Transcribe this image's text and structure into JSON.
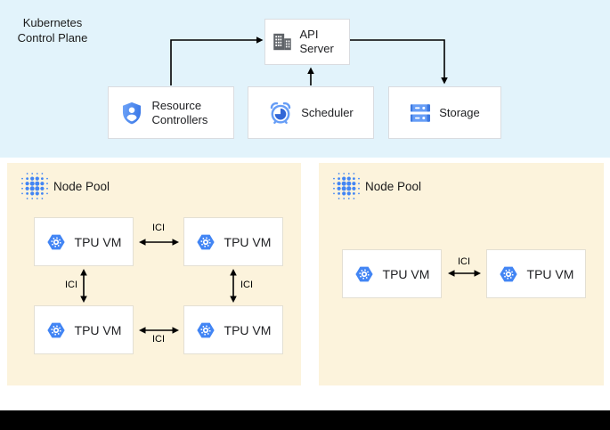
{
  "diagram": {
    "control_plane": {
      "title": "Kubernetes Control Plane",
      "api_server": {
        "label": "API Server",
        "icon": "building-icon"
      },
      "resource_controllers": {
        "label": "Resource Controllers",
        "icon": "shield-person-icon"
      },
      "scheduler": {
        "label": "Scheduler",
        "icon": "alarm-clock-icon"
      },
      "storage": {
        "label": "Storage",
        "icon": "server-rack-icon"
      }
    },
    "node_pools": [
      {
        "label": "Node Pool",
        "icon": "dotted-cluster-icon",
        "vms": [
          {
            "label": "TPU VM",
            "icon": "tpu-hexagon-icon"
          },
          {
            "label": "TPU VM",
            "icon": "tpu-hexagon-icon"
          },
          {
            "label": "TPU VM",
            "icon": "tpu-hexagon-icon"
          },
          {
            "label": "TPU VM",
            "icon": "tpu-hexagon-icon"
          }
        ],
        "links": [
          {
            "label": "ICI"
          },
          {
            "label": "ICI"
          },
          {
            "label": "ICI"
          },
          {
            "label": "ICI"
          }
        ]
      },
      {
        "label": "Node Pool",
        "icon": "dotted-cluster-icon",
        "vms": [
          {
            "label": "TPU VM",
            "icon": "tpu-hexagon-icon"
          },
          {
            "label": "TPU VM",
            "icon": "tpu-hexagon-icon"
          }
        ],
        "links": [
          {
            "label": "ICI"
          }
        ]
      }
    ],
    "colors": {
      "control_plane_bg": "#E2F3FB",
      "node_pool_bg": "#FCF3DC",
      "box_border": "#DADCE0",
      "icon_blue": "#4285F4",
      "icon_blue_light": "#669DF6",
      "icon_blue_dark": "#3367D6",
      "icon_gray": "#5F6368",
      "arrow": "#000000",
      "bottom_bar": "#000000"
    }
  }
}
